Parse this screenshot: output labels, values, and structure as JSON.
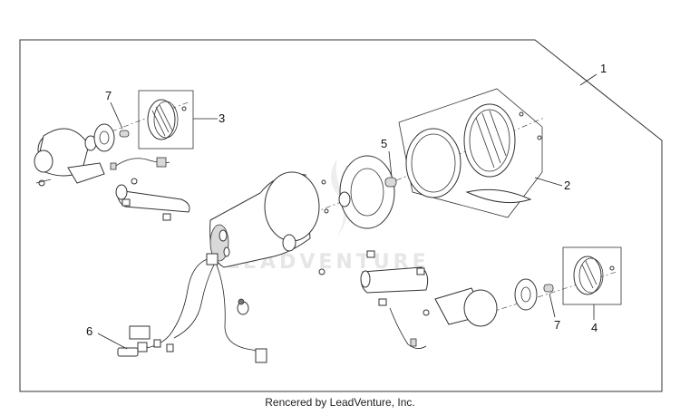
{
  "diagram": {
    "callouts": [
      {
        "id": "c1",
        "label": "1"
      },
      {
        "id": "c2",
        "label": "2"
      },
      {
        "id": "c3",
        "label": "3"
      },
      {
        "id": "c4",
        "label": "4"
      },
      {
        "id": "c5",
        "label": "5"
      },
      {
        "id": "c6",
        "label": "6"
      },
      {
        "id": "c7a",
        "label": "7"
      },
      {
        "id": "c7b",
        "label": "7"
      }
    ],
    "watermark": "LEADVENTURE"
  },
  "footer": {
    "text": "Rencered by LeadVenture, Inc."
  }
}
